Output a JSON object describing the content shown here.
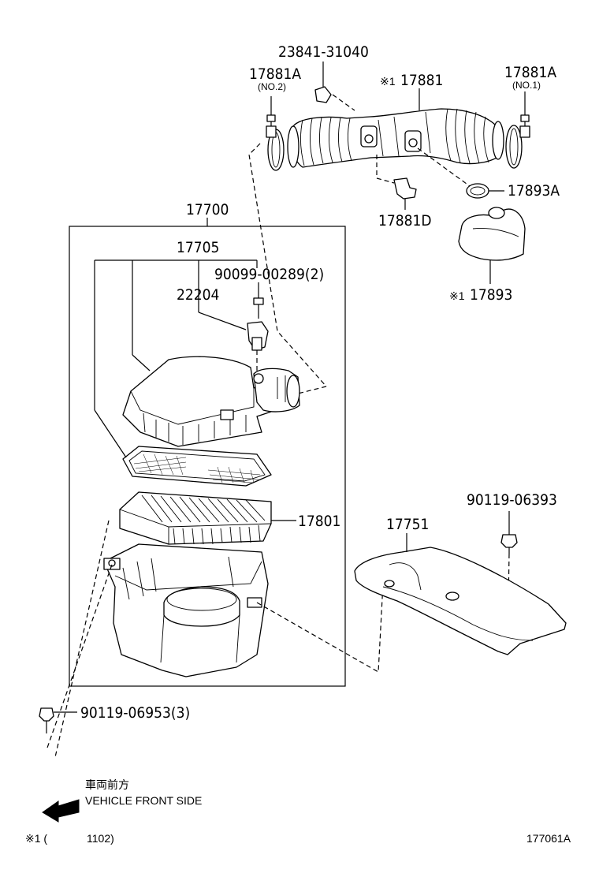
{
  "parts": {
    "p23841": "23841-31040",
    "p17881A_2": "17881A",
    "p17881A_2_sub": "(NO.2)",
    "p17881": "17881",
    "p17881_mark": "※1",
    "p17881A_1": "17881A",
    "p17881A_1_sub": "(NO.1)",
    "p17893A": "17893A",
    "p17881D": "17881D",
    "p17893": "17893",
    "p17893_mark": "※1",
    "p17700": "17700",
    "p17705": "17705",
    "p90099": "90099-00289(2)",
    "p22204": "22204",
    "p17801": "17801",
    "p17751": "17751",
    "p90119_06393": "90119-06393",
    "p90119_06953": "90119-06953(3)"
  },
  "footer": {
    "direction_jp": "車両前方",
    "direction_en": "VEHICLE FRONT SIDE",
    "note_mark": "※1 (",
    "note_value": "1102)",
    "figure_id": "177061A"
  }
}
